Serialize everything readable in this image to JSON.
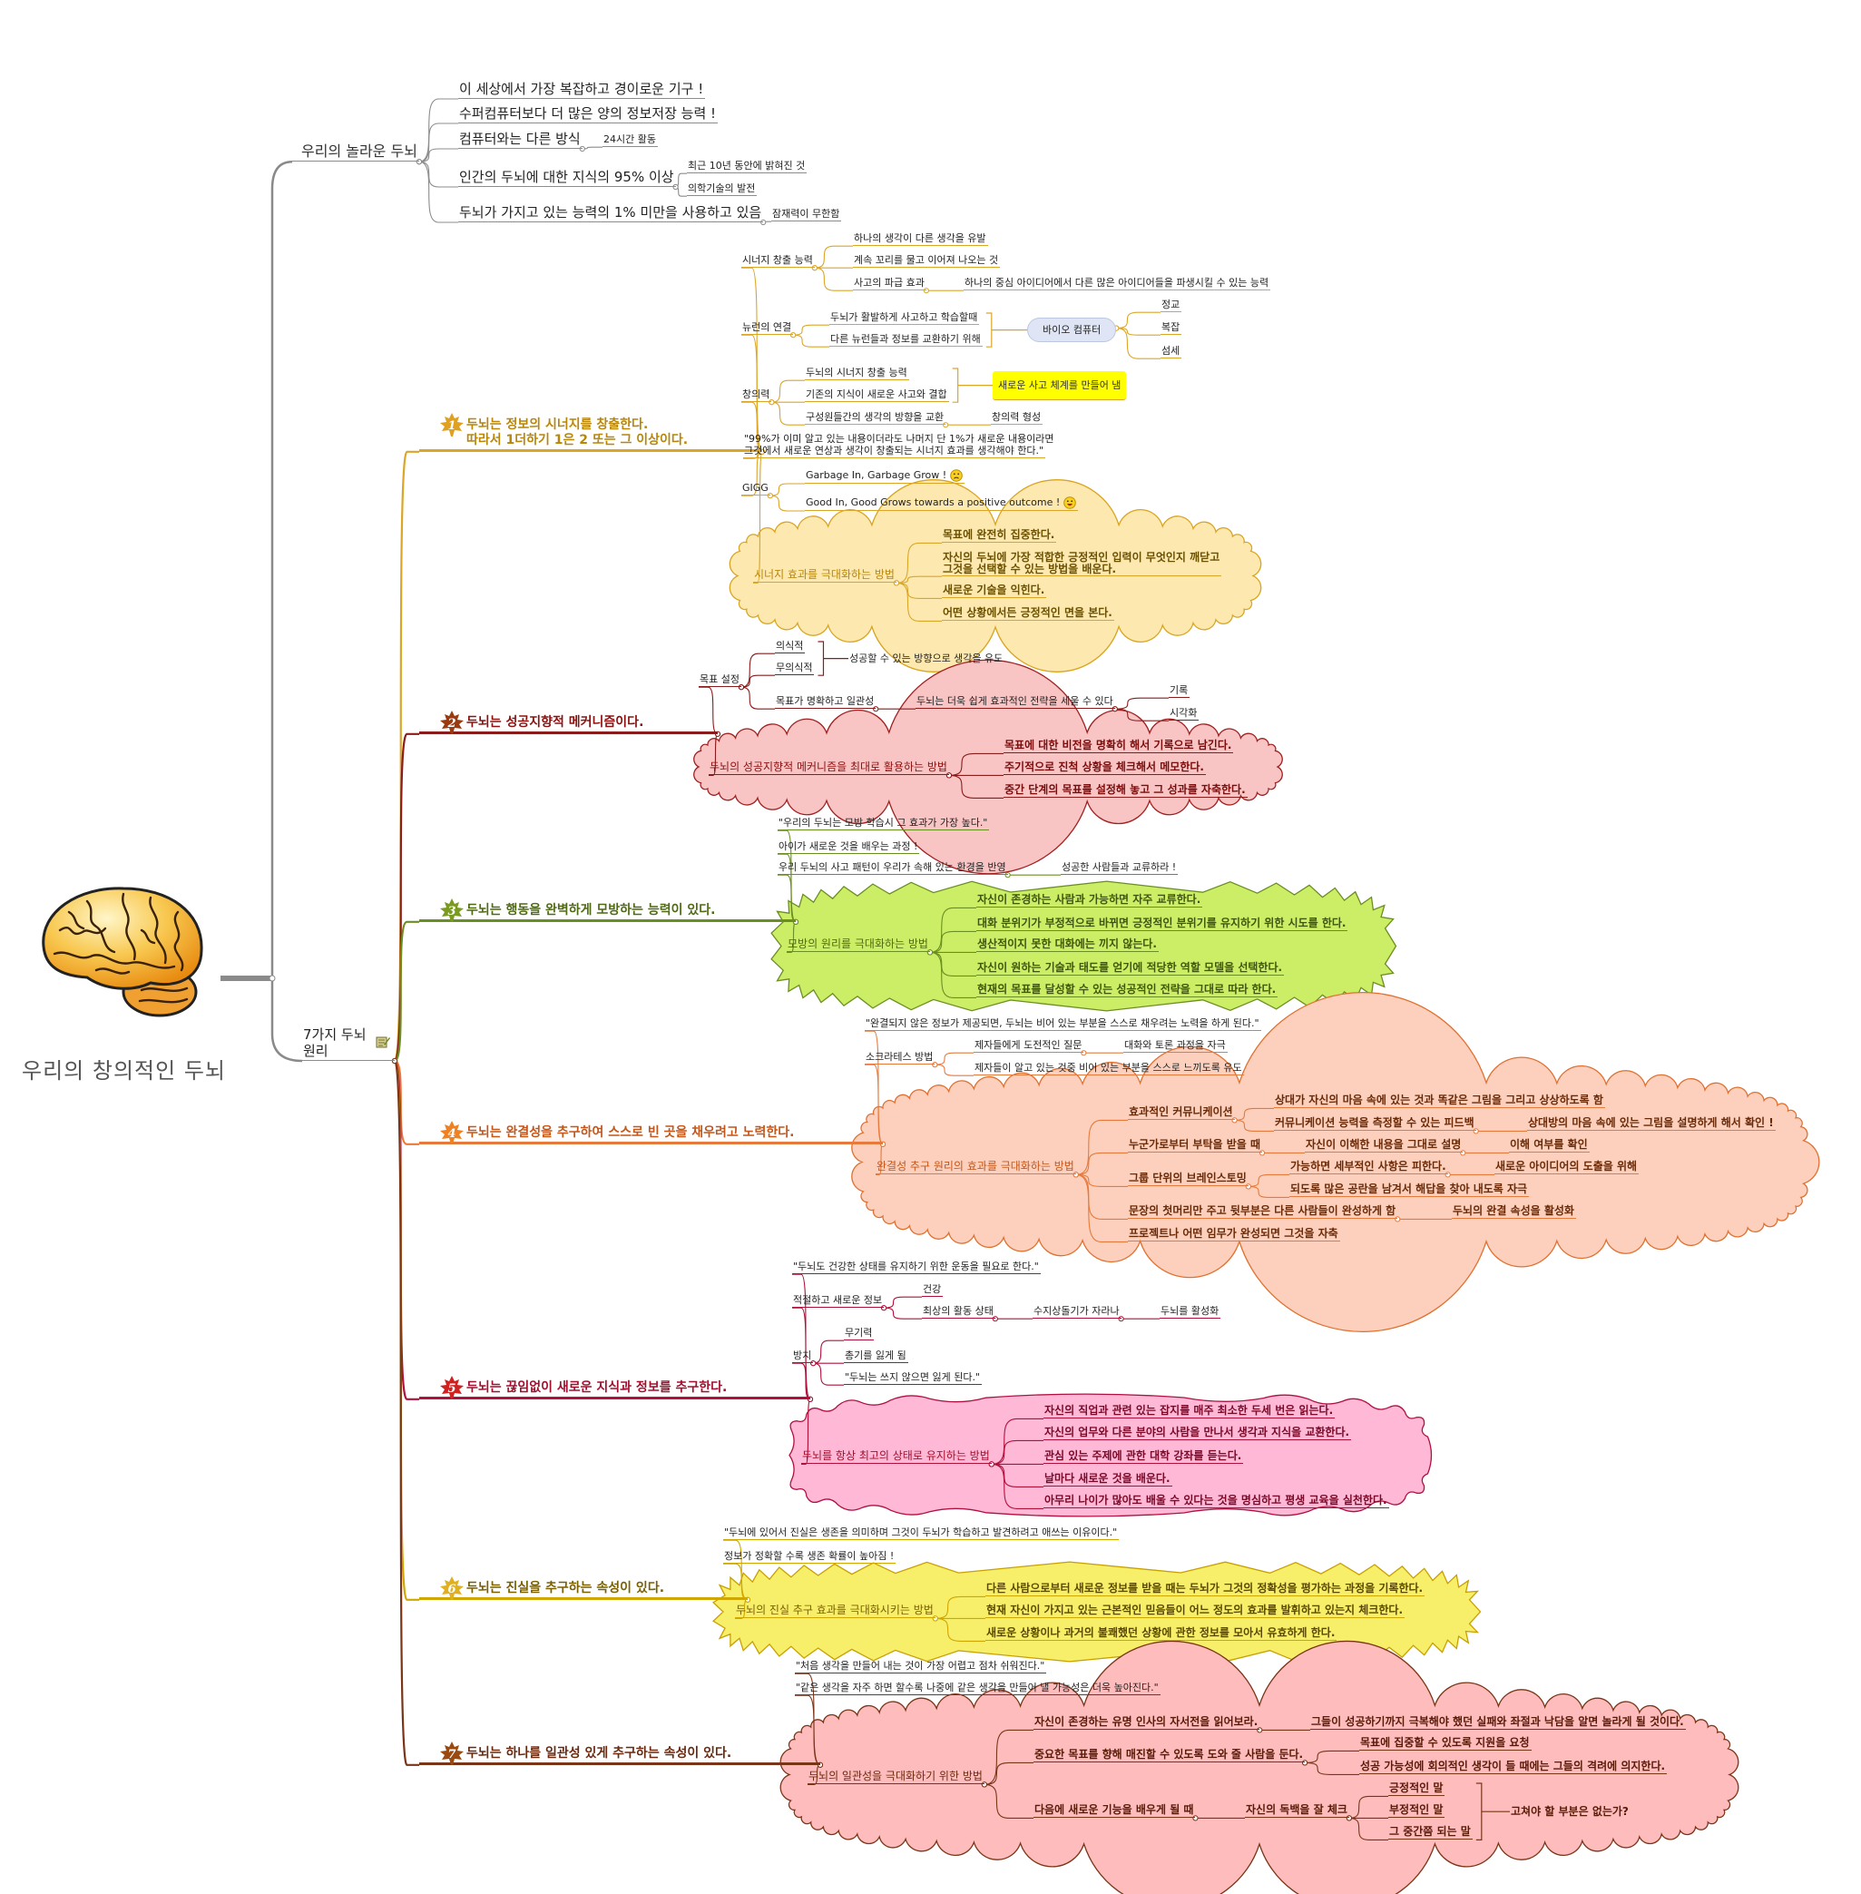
{
  "root_title": "우리의 창의적인 두뇌",
  "amazing_brain": {
    "label": "우리의 놀라운 두뇌",
    "items": [
      {
        "label": "이 세상에서 가장 복잡하고 경이로운 기구 !"
      },
      {
        "label": "수퍼컴퓨터보다 더 많은 양의 정보저장 능력 !"
      },
      {
        "label": "컴퓨터와는 다른 방식",
        "children": [
          "24시간 활동"
        ]
      },
      {
        "label": "인간의 두뇌에 대한 지식의 95% 이상",
        "children": [
          "최근 10년 동안에 밝혀진 것",
          "의학기술의 발전"
        ]
      },
      {
        "label": "두뇌가 가지고 있는 능력의 1% 미만을 사용하고 있음",
        "children": [
          "잠재력이 무한함"
        ]
      }
    ]
  },
  "principles": {
    "label_line1": "7가지 두뇌",
    "label_line2": "원리",
    "sections": [
      {
        "number": "1",
        "title_line1": "두뇌는 정보의 시너지를 창출한다.",
        "title_line2": "따라서 1더하기 1은 2 또는 그 이상이다.",
        "synergy": {
          "label": "시너지 창출 능력",
          "children": [
            "하나의 생각이 다른 생각을 유발",
            "계속 꼬리를 물고 이어져 나오는 것",
            "사고의 파급 효과"
          ],
          "ripple_detail": "하나의 중심 아이디어에서 다른 많은 아이디어들을 파생시킬 수 있는 능력"
        },
        "neuron": {
          "label": "뉴런의 연결",
          "children": [
            "두뇌가 활발하게 사고하고 학습할때",
            "다른 뉴런들과 정보를 교환하기 위해"
          ],
          "bio": "바이오 컴퓨터",
          "bio_children": [
            "정교",
            "복잡",
            "섬세"
          ]
        },
        "creativity": {
          "label": "창의력",
          "children": [
            "두뇌의 시너지 창출 능력",
            "기존의 지식이 새로운 사고와 결합",
            "구성원들간의 생각의 방향을 교환"
          ],
          "highlight": "새로운 사고 체계를 만들어 냄",
          "exchange_result": "창의력 형성"
        },
        "quote_line1": "\"99%가 이미 알고 있는 내용이더라도 나머지 단 1%가 새로운 내용이라면",
        "quote_line2": "그것에서 새로운 연상과 생각이 창출되는 시너지 효과를 생각해야 한다.\"",
        "gigg": {
          "label": "GIGG",
          "children": [
            "Garbage In, Garbage Grow !",
            "Good In, Good Grows towards a positive outcome !"
          ]
        },
        "method": {
          "label": "시너지 효과를 극대화하는 방법",
          "items": [
            "목표에 완전히 집중한다.",
            "자신의 두뇌에 가장 적합한 긍정적인 입력이 무엇인지 깨닫고\n그것을 선택할 수 있는 방법을 배운다.",
            "새로운 기술을 익힌다.",
            "어떤 상황에서든 긍정적인 면을 본다."
          ]
        }
      },
      {
        "number": "2",
        "title": "두뇌는 성공지향적 메커니즘이다.",
        "goal": {
          "label": "목표 설정",
          "children": [
            "의식적",
            "무의식적",
            "목표가 명확하고 일관성"
          ],
          "bracket_result": "성공할 수 있는 방향으로 생각을 유도",
          "clarity_result": "두뇌는 더욱 쉽게 효과적인 전략을 세울 수 있다",
          "clarity_children": [
            "기록",
            "시각화"
          ]
        },
        "method": {
          "label": "두뇌의 성공지향적 메커니즘을 최대로 활용하는 방법",
          "items": [
            "목표에 대한 비전을 명확히 해서 기록으로 남긴다.",
            "주기적으로 진척 상황을 체크해서 메모한다.",
            "중간 단계의 목표를 설정해 놓고 그 성과를 자축한다."
          ]
        }
      },
      {
        "number": "3",
        "title": "두뇌는 행동을 완벽하게 모방하는 능력이 있다.",
        "notes": [
          "\"우리의 두뇌는 모방 학습시 그 효과가 가장 높다.\"",
          "아이가 새로운 것을 배우는 과정 !",
          "우리 두뇌의 사고 패턴이 우리가 속해 있는 환경을 반영"
        ],
        "environment_result": "성공한 사람들과 교류하라 !",
        "method": {
          "label": "모방의 원리를 극대화하는 방법",
          "items": [
            "자신이 존경하는 사람과 가능하면 자주 교류한다.",
            "대화 분위기가 부정적으로 바뀌면 긍정적인 분위기를 유지하기 위한 시도를 한다.",
            "생산적이지 못한 대화에는 끼지 않는다.",
            "자신이 원하는 기술과 태도를 얻기에 적당한 역할 모델을 선택한다.",
            "현재의 목표를 달성할 수 있는 성공적인 전략을 그대로 따라 한다."
          ]
        }
      },
      {
        "number": "4",
        "title": "두뇌는 완결성을 추구하여 스스로 빈 곳을 채우려고 노력한다.",
        "quote": "\"완결되지 않은 정보가 제공되면, 두뇌는 비어 있는 부분을 스스로 채우려는 노력을 하게 된다.\"",
        "socrates": {
          "label": "소크라테스 방법",
          "children": [
            "제자들에게 도전적인 질문",
            "제자들이 알고 있는 것중 비어 있는 부분을 스스로 느끼도록 유도"
          ],
          "question_result": "대화와 토론 과정을 자극"
        },
        "method": {
          "label": "완결성 추구 원리의 효과를 극대화하는 방법",
          "communication": {
            "label": "효과적인 커뮤니케이션",
            "children": [
              "상대가 자신의 마음 속에 있는 것과 똑같은 그림을 그리고 상상하도록 함",
              "커뮤니케이션 능력을 측정할 수 있는 피드백"
            ],
            "feedback_result": "상대방의 마음 속에 있는 그림을 설명하게 해서 확인 !"
          },
          "request": {
            "label": "누군가로부터 부탁을 받을 때",
            "child": "자신이 이해한 내용을 그대로 설명",
            "grandchild": "이해 여부를 확인"
          },
          "brainstorm": {
            "label": "그룹 단위의 브레인스토밍",
            "children": [
              "가능하면 세부적인 사항은 피한다.",
              "되도록 많은 공란을 남겨서 해답을 찾아 내도록 자극"
            ],
            "detail_result": "새로운 아이디어의 도출을 위해"
          },
          "sentence": {
            "label": "문장의 첫머리만 주고 뒷부분은 다른 사람들이 완성하게 함",
            "child": "두뇌의 완결 속성을 활성화"
          },
          "celebrate": {
            "label": "프로젝트나 어떤 임무가 완성되면 그것을 자축"
          }
        }
      },
      {
        "number": "5",
        "title": "두뇌는 끊임없이 새로운 지식과 정보를 추구한다.",
        "quote": "\"두뇌도 건강한 상태를 유지하기 위한 운동을 필요로 한다.\"",
        "info": {
          "label": "적절하고 새로운 정보",
          "children": [
            "건강",
            "최상의 활동 상태"
          ],
          "chain": [
            "수지상돌기가 자라나",
            "두뇌를 활성화"
          ]
        },
        "neglect": {
          "label": "방치",
          "children": [
            "무기력",
            "총기를 잃게 됨",
            "\"두뇌는 쓰지 않으면 잃게 된다.\""
          ]
        },
        "method": {
          "label": "두뇌를 항상 최고의 상태로 유지하는 방법",
          "items": [
            "자신의 직업과 관련 있는 잡지를 매주 최소한 두세 번은 읽는다.",
            "자신의 업무와 다른 분야의 사람을 만나서 생각과 지식을 교환한다.",
            "관심 있는 주제에 관한 대학 강좌를 듣는다.",
            "날마다 새로운 것을 배운다.",
            "아무리 나이가 많아도 배울 수 있다는 것을 명심하고 평생 교육을 실천한다."
          ]
        }
      },
      {
        "number": "6",
        "title": "두뇌는 진실을 추구하는 속성이 있다.",
        "notes": [
          "\"두뇌에 있어서 진실은 생존을 의미하며 그것이 두뇌가 학습하고 발견하려고 애쓰는 이유이다.\"",
          "정보가 정확할 수록 생존 확률이 높아짐 !"
        ],
        "method": {
          "label": "두뇌의 진실 추구 효과를 극대화시키는 방법",
          "items": [
            "다른 사람으로부터 새로운 정보를 받을 때는 두뇌가 그것의 정확성을 평가하는 과정을 기록한다.",
            "현재 자신이 가지고 있는 근본적인 믿음들이 어느 정도의 효과를 발휘하고 있는지 체크한다.",
            "새로운 상황이나 과거의 불쾌했던 상황에 관한 정보를 모아서 유효하게 한다."
          ]
        }
      },
      {
        "number": "7",
        "title": "두뇌는 하나를 일관성 있게 추구하는 속성이 있다.",
        "notes": [
          "\"처음 생각을 만들어 내는 것이 가장 어렵고 점차 쉬워진다.\"",
          "\"같은 생각을 자주 하면 할수록 나중에 같은 생각을 만들어 낼 가능성은 더욱 높아진다.\""
        ],
        "method": {
          "label": "두뇌의 일관성을 극대화하기 위한 방법",
          "biography": {
            "label": "자신이 존경하는 유명 인사의 자서전을 읽어보라.",
            "child": "그들이 성공하기까지 극복해야 했던 실패와 좌절과 낙담을 알면 놀라게 될 것이다."
          },
          "supporter": {
            "label": "중요한 목표를 향해 매진할 수 있도록 도와 줄 사람을 둔다.",
            "children": [
              "목표에 집중할 수 있도록 지원을 요청",
              "성공 가능성에 회의적인 생각이 들 때에는 그들의 격려에 의지한다."
            ]
          },
          "new_skill": {
            "label": "다음에 새로운 기능을 배우게 될 때",
            "child": "자신의 독백을 잘 체크",
            "children": [
              "긍정적인 말",
              "부정적인 말",
              "그 중간쯤 되는 말"
            ],
            "bracket_result": "고쳐야 할 부분은 없는가?"
          }
        }
      }
    ]
  }
}
